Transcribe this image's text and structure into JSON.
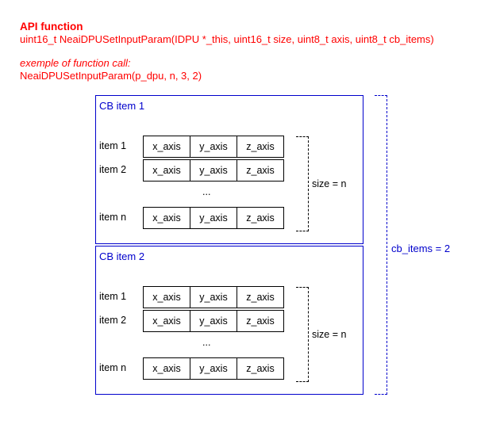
{
  "header": {
    "title": "API function",
    "signature": "uint16_t NeaiDPUSetInputParam(IDPU *_this, uint16_t size, uint8_t axis, uint8_t cb_items)",
    "example_label": "exemple of function call:",
    "example_call": "NeaiDPUSetInputParam(p_dpu, n, 3, 2)"
  },
  "cb_items": [
    {
      "title": "CB item 1",
      "rows": [
        {
          "label": "item 1",
          "cells": [
            "x_axis",
            "y_axis",
            "z_axis"
          ]
        },
        {
          "label": "item 2",
          "cells": [
            "x_axis",
            "y_axis",
            "z_axis"
          ]
        },
        {
          "label": "item n",
          "cells": [
            "x_axis",
            "y_axis",
            "z_axis"
          ]
        }
      ],
      "ellipsis": "...",
      "size_label": "size = n"
    },
    {
      "title": "CB item 2",
      "rows": [
        {
          "label": "item 1",
          "cells": [
            "x_axis",
            "y_axis",
            "z_axis"
          ]
        },
        {
          "label": "item 2",
          "cells": [
            "x_axis",
            "y_axis",
            "z_axis"
          ]
        },
        {
          "label": "item n",
          "cells": [
            "x_axis",
            "y_axis",
            "z_axis"
          ]
        }
      ],
      "ellipsis": "...",
      "size_label": "size = n"
    }
  ],
  "cb_items_label": "cb_items = 2",
  "colors": {
    "header": "#ff0000",
    "cb_border": "#0000cc"
  }
}
